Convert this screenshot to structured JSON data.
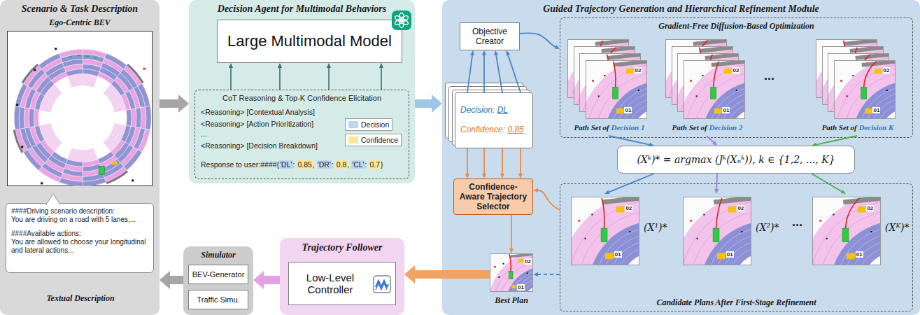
{
  "diagram": {
    "nodes": [
      {
        "text": [
          "Scenario & Task Description"
        ]
      },
      {
        "text": [
          "Ego-Centric BEV"
        ],
        "in": 0
      },
      {
        "text": [
          "####Driving scenario description:",
          "You are driving on a road with 5 lanes,...",
          "####Available actions:",
          "You are allowed to choose your longitudinal and lateral actions...",
          "Textual Description"
        ],
        "in": 0
      },
      {
        "text": [
          "Decision Agent for Multimodal Behaviors"
        ]
      },
      {
        "text": [
          "Large Multimodal Model"
        ],
        "in": 3
      },
      {
        "text": [
          "CoT Reasoning & Top-K Confidence Elicitation",
          "<Reasoning> [Contextual Analysis]",
          "<Reasoning> [Action Prioritization]",
          "...",
          "<Reasoning> [Decision Breakdown]",
          "Response to user:####{'DL': 0.85, 'DR': 0.8, 'CL': 0.7}"
        ],
        "in": 3
      },
      {
        "text": [
          "Guided Trajectory Generation and Hierarchical Refinement Module"
        ]
      },
      {
        "text": [
          "Objective Creator"
        ],
        "in": 6
      },
      {
        "text": [
          "Decision: DL",
          "Confidence: 0.85"
        ],
        "in": 6
      },
      {
        "text": [
          "Confidence-Aware Trajectory Selector"
        ],
        "in": 6
      },
      {
        "text": [
          "Gradient-Free Diffusion-Based Optimization"
        ],
        "in": 6
      },
      {
        "text": [
          "Path Set of Decision 1"
        ],
        "in": 10
      },
      {
        "text": [
          "Path Set of Decision 2"
        ],
        "in": 10
      },
      {
        "text": [
          "Path Set of Decision K"
        ],
        "in": 10
      },
      {
        "text": [
          "(Xᵏ)* = argmax (Jᵏ(Xₙᵏ)), k ∈ {1,2, ..., K}"
        ],
        "in": 6
      },
      {
        "text": [
          "Candidate Plans After First-Stage Refinement"
        ],
        "in": 6
      },
      {
        "text": [
          "(X¹)*"
        ],
        "in": 15
      },
      {
        "text": [
          "(X²)*"
        ],
        "in": 15
      },
      {
        "text": [
          "(Xᴷ)*"
        ],
        "in": 15
      },
      {
        "text": [
          "Best Plan"
        ],
        "in": 6
      },
      {
        "text": [
          "Simulator"
        ]
      },
      {
        "text": [
          "BEV-Generator"
        ],
        "in": 20
      },
      {
        "text": [
          "Traffic Simu."
        ],
        "in": 20
      },
      {
        "text": [
          "Trajectory Follower"
        ]
      },
      {
        "text": [
          "Low-Level Controller"
        ],
        "in": 23
      }
    ],
    "edges": [
      {
        "from": 0,
        "to": 3,
        "arrow": "to"
      },
      {
        "from": 3,
        "to": 6,
        "arrow": "to"
      },
      {
        "from": 5,
        "to": 4,
        "arrow": "to"
      },
      {
        "from": 5,
        "to": 4,
        "arrow": "to"
      },
      {
        "from": 5,
        "to": 4,
        "arrow": "to"
      },
      {
        "from": 5,
        "to": 4,
        "arrow": "to"
      },
      {
        "from": 8,
        "to": 7,
        "arrow": "to"
      },
      {
        "from": 8,
        "to": 7,
        "arrow": "to"
      },
      {
        "from": 8,
        "to": 7,
        "arrow": "to"
      },
      {
        "from": 8,
        "to": 7,
        "arrow": "to"
      },
      {
        "from": 7,
        "to": 10,
        "arrow": "to"
      },
      {
        "from": 11,
        "to": 14,
        "arrow": "to"
      },
      {
        "from": 12,
        "to": 14,
        "arrow": "to"
      },
      {
        "from": 13,
        "to": 14,
        "arrow": "to"
      },
      {
        "from": 14,
        "to": 16,
        "arrow": "to"
      },
      {
        "from": 14,
        "to": 17,
        "arrow": "to"
      },
      {
        "from": 14,
        "to": 18,
        "arrow": "to"
      },
      {
        "from": 8,
        "to": 9,
        "arrow": "to"
      },
      {
        "from": 8,
        "to": 9,
        "arrow": "to"
      },
      {
        "from": 8,
        "to": 9,
        "arrow": "to"
      },
      {
        "from": 8,
        "to": 9,
        "arrow": "to"
      },
      {
        "from": 15,
        "to": 9,
        "arrow": "to"
      },
      {
        "from": 9,
        "to": 19,
        "arrow": "to"
      },
      {
        "from": 15,
        "to": 19,
        "arrow": "to"
      },
      {
        "from": 19,
        "to": 23,
        "arrow": "to"
      },
      {
        "from": 23,
        "to": 20,
        "arrow": "to"
      },
      {
        "from": 20,
        "to": 0,
        "arrow": "to"
      }
    ],
    "labels": [
      "02",
      "01",
      "02",
      "01",
      "...",
      "02",
      "01",
      "02",
      "01",
      "02",
      "01",
      "...",
      "02",
      "01",
      "02",
      "01"
    ],
    "legend": [
      {
        "text": "Decision",
        "color": "#bdd7ee"
      },
      {
        "text": "Confidence",
        "color": "#ffe699"
      }
    ]
  }
}
